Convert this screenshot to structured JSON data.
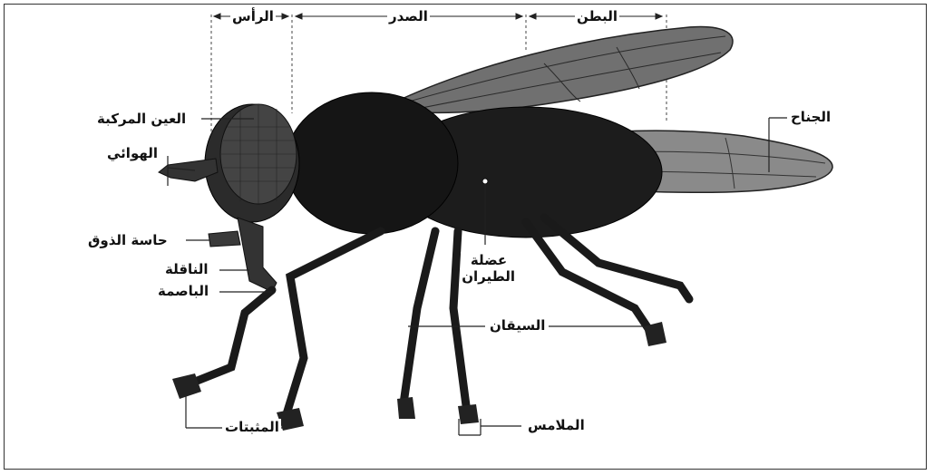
{
  "diagram": {
    "labels": {
      "head": "الرأس",
      "thorax": "الصدر",
      "abdomen": "البطن",
      "compound_eye": "العين المركبة",
      "antenna": "الهوائي",
      "wing": "الجناح",
      "maxillary_palp": "حاسة الذوق",
      "proboscis": "الناقلة",
      "labellum": "الباصمة",
      "flight_muscle_line1": "عضلة",
      "flight_muscle_line2": "الطيران",
      "legs": "السيقان",
      "pulvilli": "المثبتات",
      "claws": "الملامس"
    },
    "colors": {
      "ink": "#111111",
      "body_dark": "#1a1a1a",
      "wing_fill": "#6e6e6e",
      "leader": "#222222"
    }
  }
}
